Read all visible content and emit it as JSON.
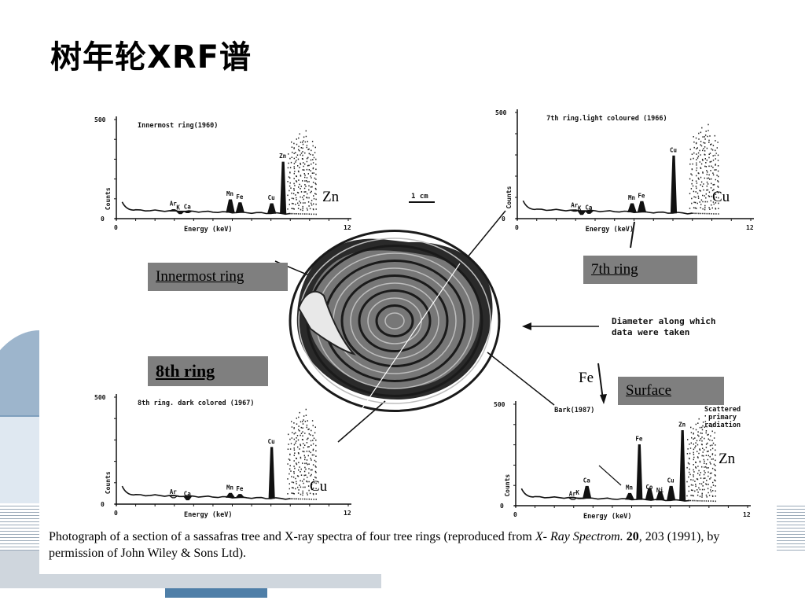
{
  "slide": {
    "title": "树年轮XRF谱"
  },
  "figure": {
    "scale_bar": "1 cm",
    "diameter_note": [
      "Diameter along which",
      "data were taken"
    ],
    "scattered_note": [
      "Scattered",
      "primary",
      "radiation"
    ],
    "caption": {
      "part1": "Photograph of a section of a sassafras tree and X-ray spectra of four tree rings (reproduced from ",
      "journal": "X- Ray Spectrom.",
      "volume": "20",
      "part2": ", 203 (1991), by permission of John Wiley & Sons Ltd)."
    }
  },
  "labels": {
    "innermost": "Innermost ring",
    "seventh": "7th ring",
    "eighth": "8th ring",
    "surface": "Surface"
  },
  "annotations": {
    "zn_top_left": "Zn",
    "cu_top_right": "Cu",
    "fe_right": "Fe",
    "zn_bottom_right": "Zn",
    "cu_bottom_left": "Cu"
  },
  "chart_data": [
    {
      "type": "line",
      "title": "Innermost ring(1960)",
      "xlabel": "Energy (keV)",
      "ylabel": "Counts",
      "xlim": [
        0,
        12
      ],
      "ylim": [
        0,
        500
      ],
      "x_ticks": [
        "0",
        "12"
      ],
      "y_ticks": [
        "0",
        "500"
      ],
      "peaks": [
        {
          "label": "Ar",
          "x": 2.96,
          "y": 45
        },
        {
          "label": "K",
          "x": 3.31,
          "y": 25
        },
        {
          "label": "Ca",
          "x": 3.69,
          "y": 30
        },
        {
          "label": "Mn",
          "x": 5.9,
          "y": 95
        },
        {
          "label": "Fe",
          "x": 6.4,
          "y": 80
        },
        {
          "label": "Cu",
          "x": 8.04,
          "y": 75
        },
        {
          "label": "Zn",
          "x": 8.63,
          "y": 285
        }
      ]
    },
    {
      "type": "line",
      "title": "7th ring.light coloured (1966)",
      "xlabel": "Energy (keV)",
      "ylabel": "Counts",
      "xlim": [
        0,
        12
      ],
      "ylim": [
        0,
        500
      ],
      "x_ticks": [
        "0",
        "12"
      ],
      "y_ticks": [
        "0",
        "500"
      ],
      "peaks": [
        {
          "label": "Ar",
          "x": 2.96,
          "y": 35
        },
        {
          "label": "K",
          "x": 3.31,
          "y": 20
        },
        {
          "label": "Ca",
          "x": 3.69,
          "y": 25
        },
        {
          "label": "Mn",
          "x": 5.9,
          "y": 70
        },
        {
          "label": "Fe",
          "x": 6.4,
          "y": 80
        },
        {
          "label": "Cu",
          "x": 8.04,
          "y": 295
        }
      ]
    },
    {
      "type": "line",
      "title": "8th ring. dark colored (1967)",
      "xlabel": "Energy (keV)",
      "ylabel": "Counts",
      "xlim": [
        0,
        12
      ],
      "ylim": [
        0,
        500
      ],
      "x_ticks": [
        "0",
        "12"
      ],
      "y_ticks": [
        "0",
        "500"
      ],
      "peaks": [
        {
          "label": "Ar",
          "x": 2.96,
          "y": 30
        },
        {
          "label": "Ca",
          "x": 3.69,
          "y": 20
        },
        {
          "label": "Mn",
          "x": 5.9,
          "y": 50
        },
        {
          "label": "Fe",
          "x": 6.4,
          "y": 45
        },
        {
          "label": "Cu",
          "x": 8.04,
          "y": 265
        }
      ]
    },
    {
      "type": "line",
      "title": "Bark(1987)",
      "xlabel": "Energy (keV)",
      "ylabel": "Counts",
      "xlim": [
        0,
        12
      ],
      "ylim": [
        0,
        500
      ],
      "x_ticks": [
        "0",
        "12"
      ],
      "y_ticks": [
        "0",
        "500"
      ],
      "peaks": [
        {
          "label": "Ar",
          "x": 2.96,
          "y": 30
        },
        {
          "label": "K",
          "x": 3.31,
          "y": 35
        },
        {
          "label": "Ca",
          "x": 3.69,
          "y": 95
        },
        {
          "label": "Mn",
          "x": 5.9,
          "y": 60
        },
        {
          "label": "Fe",
          "x": 6.4,
          "y": 300
        },
        {
          "label": "Co",
          "x": 6.93,
          "y": 85
        },
        {
          "label": "Ni",
          "x": 7.48,
          "y": 70
        },
        {
          "label": "Cu",
          "x": 8.04,
          "y": 95
        },
        {
          "label": "Zn",
          "x": 8.63,
          "y": 370
        }
      ]
    }
  ]
}
